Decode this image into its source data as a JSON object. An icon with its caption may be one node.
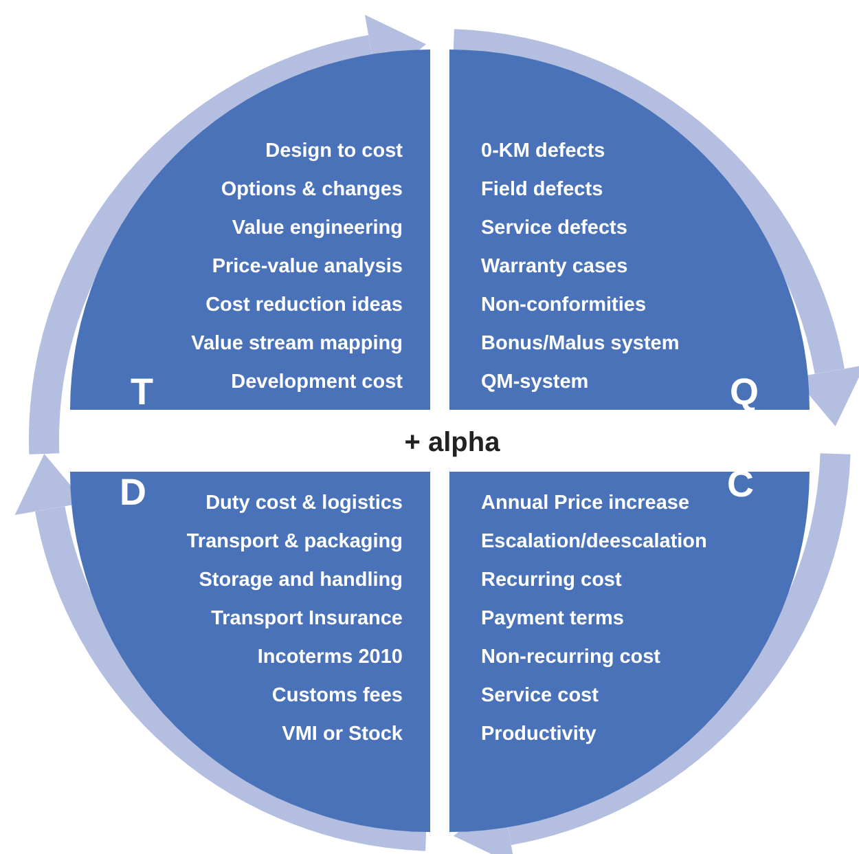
{
  "diagram": {
    "nodes": [
      {
        "text": [
          "T",
          "Design to cost",
          "Options & changes",
          "Value engineering",
          "Price-value analysis",
          "Cost reduction ideas",
          "Value stream mapping",
          "Development cost"
        ]
      },
      {
        "text": [
          "Q",
          "0-KM defects",
          "Field defects",
          "Service defects",
          "Warranty cases",
          "Non-conformities",
          "Bonus/Malus system",
          "QM-system"
        ]
      },
      {
        "text": [
          "D",
          "Duty cost & logistics",
          "Transport & packaging",
          "Storage and handling",
          "Transport Insurance",
          "Incoterms 2010",
          "Customs fees",
          "VMI or Stock"
        ]
      },
      {
        "text": [
          "C",
          "Annual Price increase",
          "Escalation/deescalation",
          "Recurring cost",
          "Payment terms",
          "Non-recurring cost",
          "Service cost",
          "Productivity"
        ]
      },
      {
        "text": [
          "+ alpha"
        ]
      }
    ]
  }
}
